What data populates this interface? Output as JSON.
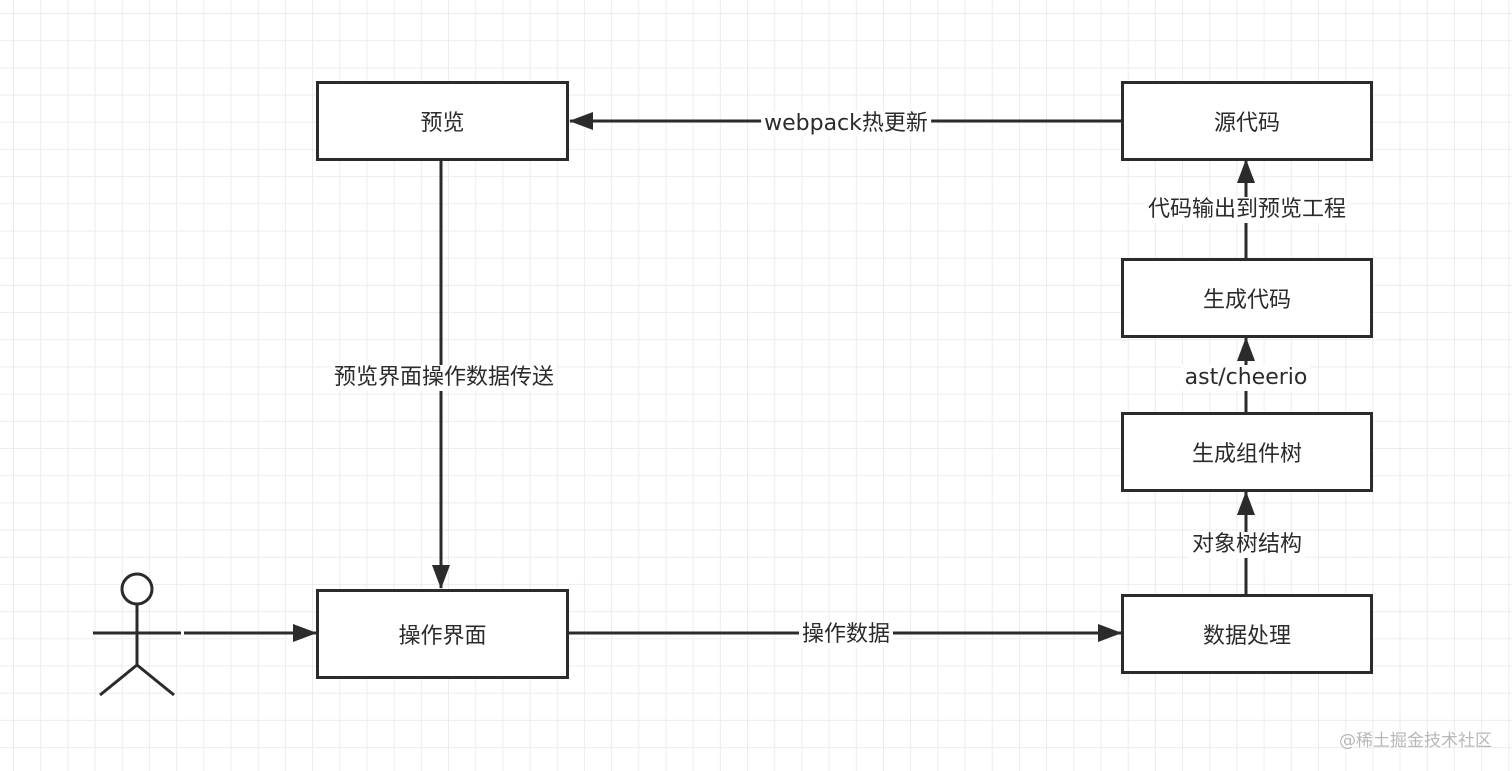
{
  "diagram": {
    "nodes": {
      "preview": "预览",
      "source_code": "源代码",
      "generate_code": "生成代码",
      "generate_component_tree": "生成组件树",
      "data_processing": "数据处理",
      "operation_ui": "操作界面"
    },
    "actor": "user",
    "edges": [
      {
        "from": "source_code",
        "to": "preview",
        "label": "webpack热更新"
      },
      {
        "from": "preview",
        "to": "operation_ui",
        "label": "预览界面操作数据传送"
      },
      {
        "from": "actor",
        "to": "operation_ui",
        "label": ""
      },
      {
        "from": "operation_ui",
        "to": "data_processing",
        "label": "操作数据"
      },
      {
        "from": "data_processing",
        "to": "generate_component_tree",
        "label": "对象树结构"
      },
      {
        "from": "generate_component_tree",
        "to": "generate_code",
        "label": "ast/cheerio"
      },
      {
        "from": "generate_code",
        "to": "source_code",
        "label": "代码输出到预览工程"
      }
    ]
  },
  "watermark": "@稀土掘金技术社区",
  "colors": {
    "stroke": "#2b2b2b",
    "grid": "#ececec",
    "watermark": "#b8b8b8"
  }
}
